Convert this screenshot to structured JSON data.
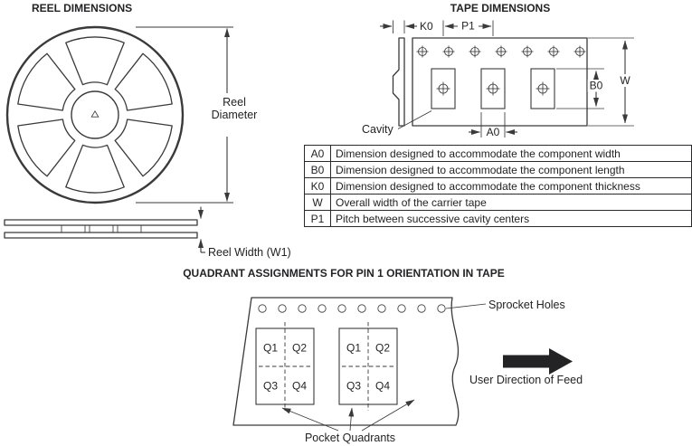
{
  "colors": {
    "line": "#3a3a3c",
    "text": "#232325",
    "background": "#ffffff"
  },
  "reel": {
    "title": "REEL DIMENSIONS",
    "diameter_label": {
      "line1": "Reel",
      "line2": "Diameter"
    },
    "width_label": "Reel Width (W1)"
  },
  "tape": {
    "title": "TAPE DIMENSIONS",
    "dim_k0": "K0",
    "dim_p1": "P1",
    "dim_b0": "B0",
    "dim_w": "W",
    "dim_a0": "A0",
    "cavity_label": "Cavity"
  },
  "legend_table": {
    "rows": [
      {
        "symbol": "A0",
        "description": "Dimension designed to accommodate the component width"
      },
      {
        "symbol": "B0",
        "description": "Dimension designed to accommodate the component length"
      },
      {
        "symbol": "K0",
        "description": "Dimension designed to accommodate the component thickness"
      },
      {
        "symbol": "W",
        "description": "Overall width of the carrier tape"
      },
      {
        "symbol": "P1",
        "description": "Pitch between successive cavity centers"
      }
    ]
  },
  "quadrant": {
    "title": "QUADRANT ASSIGNMENTS FOR PIN 1 ORIENTATION IN TAPE",
    "sprocket_label": "Sprocket Holes",
    "feed_label": "User Direction of Feed",
    "pocket_label": "Pocket Quadrants",
    "labels": [
      "Q1",
      "Q2",
      "Q3",
      "Q4"
    ]
  }
}
